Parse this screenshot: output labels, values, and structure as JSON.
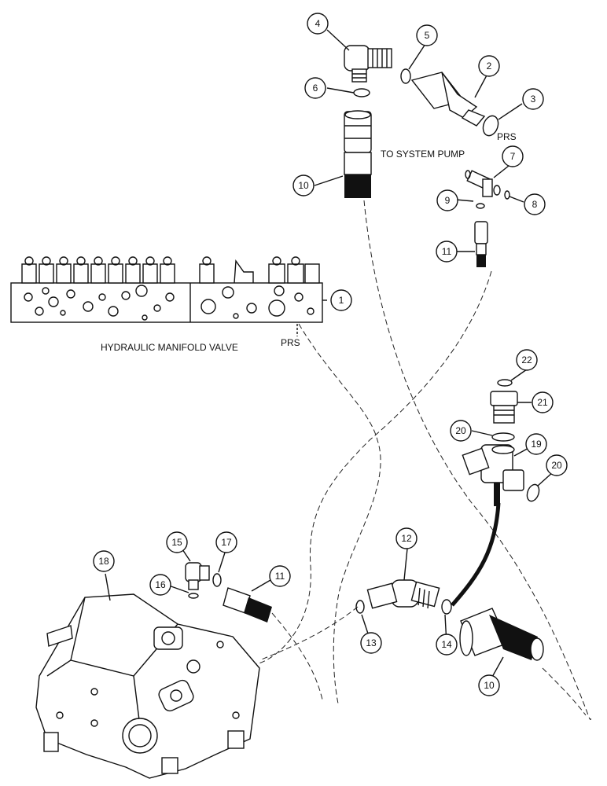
{
  "labels": {
    "to_system_pump": "TO SYSTEM PUMP",
    "prs_top": "PRS",
    "prs_manifold": "PRS",
    "hydraulic_manifold_valve": "HYDRAULIC MANIFOLD VALVE"
  },
  "callouts": {
    "c1": "1",
    "c2": "2",
    "c3": "3",
    "c4": "4",
    "c5": "5",
    "c6": "6",
    "c7": "7",
    "c8": "8",
    "c9": "9",
    "c10a": "10",
    "c10b": "10",
    "c11a": "11",
    "c11b": "11",
    "c12": "12",
    "c13": "13",
    "c14": "14",
    "c15": "15",
    "c16": "16",
    "c17": "17",
    "c18": "18",
    "c19": "19",
    "c20a": "20",
    "c20b": "20",
    "c21": "21",
    "c22": "22"
  }
}
